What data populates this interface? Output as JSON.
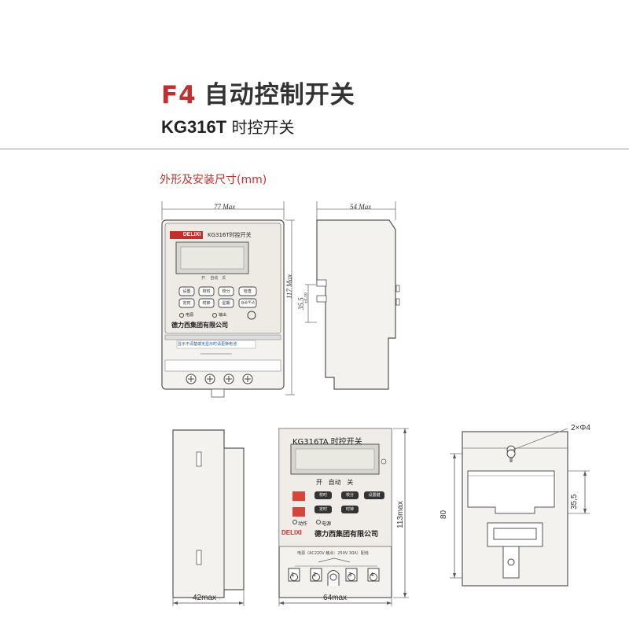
{
  "header": {
    "section_code": "F4",
    "section_title": "自动控制开关",
    "model": "KG316T",
    "model_title": "时控开关"
  },
  "section_label": "外形及安装尺寸(mm)",
  "top_front": {
    "brand": "DELIXI",
    "model_label": "KG316T时控开关",
    "lcd_marks": [
      "开",
      "自动",
      "关"
    ],
    "buttons": [
      "设置",
      "校时",
      "校分",
      "检查",
      "定时",
      "时钟",
      "星期",
      "自动/手动"
    ],
    "leds": [
      "电源",
      "输出"
    ],
    "company": "德力西集团有限公司",
    "warning": "显示不清楚或无显示时请更换电池",
    "dim_width": "77 Max",
    "dim_height": "117 Max"
  },
  "top_side": {
    "dim_width": "54 Max",
    "dim_rail": "35.5",
    "dim_rail_tol": "±0.39"
  },
  "bottom_side": {
    "dim_width": "42max"
  },
  "bottom_front": {
    "model_label": "KG316TA 时控开关",
    "lcd_marks": [
      "开",
      "自动",
      "关"
    ],
    "buttons": [
      "校时",
      "校分",
      "设置键",
      "定时",
      "时钟"
    ],
    "leds": [
      "动作",
      "电源"
    ],
    "brand": "DELIXI",
    "company": "德力西集团有限公司",
    "rating": "电源（AC220V 触点：250V 30A）配线",
    "terminals": [
      "1",
      "2",
      "3",
      "4"
    ],
    "dim_width": "64max",
    "dim_height": "113max"
  },
  "bottom_back": {
    "holes": "2×Φ4",
    "dim_80": "80",
    "dim_35": "35,5"
  }
}
